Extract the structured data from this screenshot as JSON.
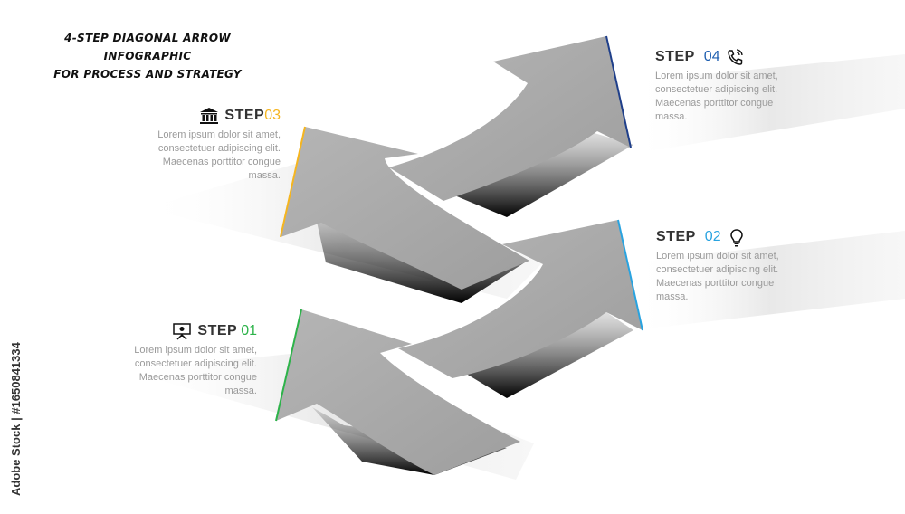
{
  "title": {
    "line1": "4-STEP DIAGONAL ARROW INFOGRAPHIC",
    "line2": "FOR PROCESS AND STRATEGY"
  },
  "steps": [
    {
      "label": "STEP",
      "number": "01",
      "color": "#2db34a",
      "icon": "presentation-board-icon",
      "body": [
        "Lorem ipsum dolor sit amet,",
        "consectetuer adipiscing elit.",
        "Maecenas porttitor congue",
        "massa."
      ]
    },
    {
      "label": "STEP",
      "number": "02",
      "color": "#29a3e0",
      "icon": "lightbulb-icon",
      "body": [
        "Lorem ipsum dolor sit amet,",
        "consectetuer adipiscing elit.",
        "Maecenas porttitor congue",
        "massa."
      ]
    },
    {
      "label": "STEP",
      "number": "03",
      "color": "#f5b51f",
      "icon": "bank-building-icon",
      "body": [
        "Lorem ipsum dolor sit amet,",
        "consectetuer adipiscing elit.",
        "Maecenas porttitor congue",
        "massa."
      ]
    },
    {
      "label": "STEP",
      "number": "04",
      "color": "#1f5fb0",
      "icon": "phone-ringing-icon",
      "body": [
        "Lorem ipsum dolor sit amet,",
        "consectetuer adipiscing elit.",
        "Maecenas porttitor congue",
        "massa."
      ]
    }
  ],
  "watermark": "Adobe Stock | #1650841334"
}
